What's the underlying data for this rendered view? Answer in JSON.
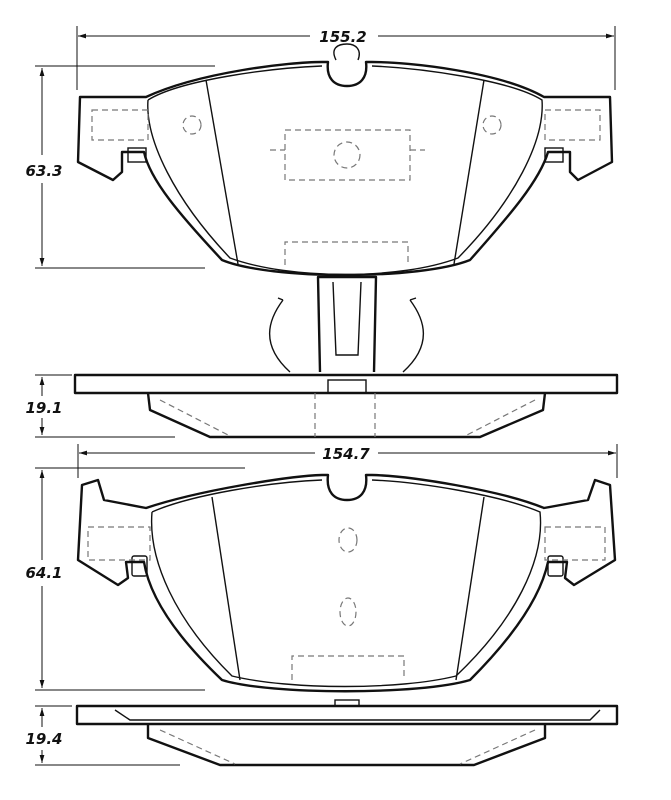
{
  "title": "Brake pad set technical drawing",
  "dimensions": {
    "top_pad_width": "155.2",
    "top_pad_height": "63.3",
    "top_pad_thickness": "19.1",
    "bottom_pad_width": "154.7",
    "bottom_pad_height": "64.1",
    "bottom_pad_thickness": "19.4"
  }
}
